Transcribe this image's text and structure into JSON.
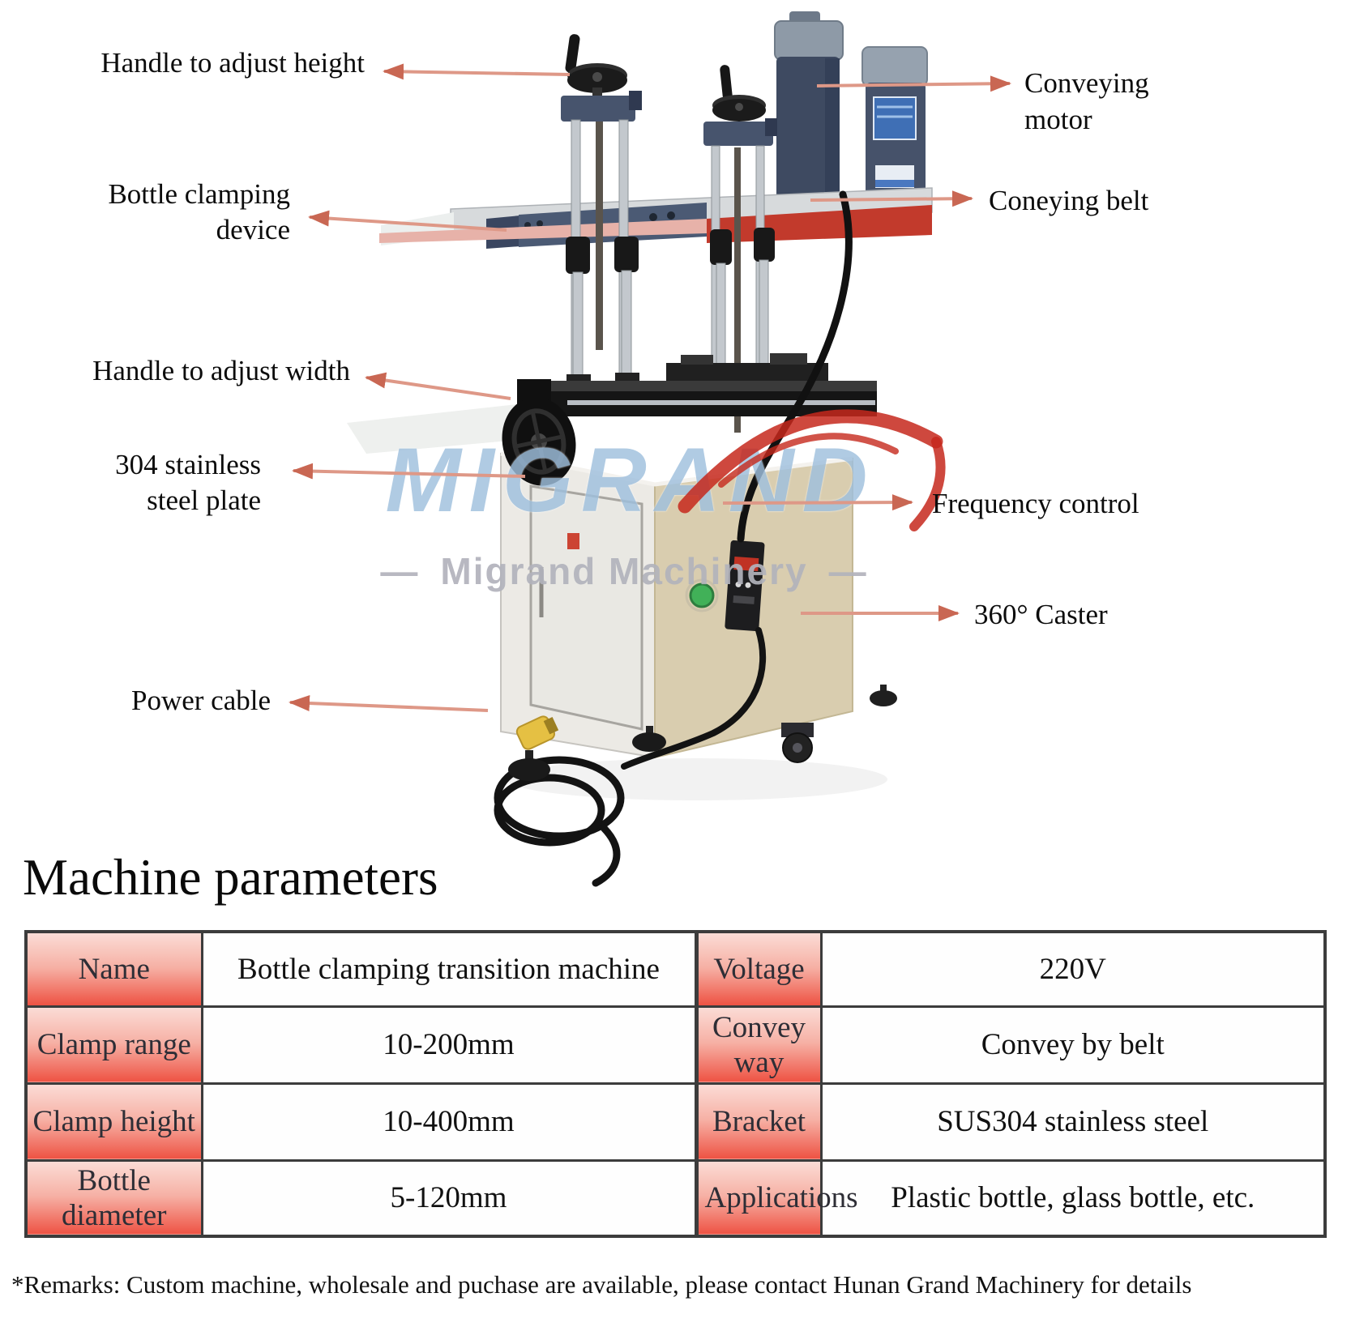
{
  "title": "Machine parameters",
  "remarks": "*Remarks: Custom machine, wholesale and puchase are available, please contact Hunan Grand Machinery for details",
  "watermark": {
    "brand": "MIGRAND",
    "tagline": "Migrand Machinery",
    "dash": "—"
  },
  "callouts": {
    "left": [
      {
        "lines": [
          "Handle to adjust height"
        ]
      },
      {
        "lines": [
          "Bottle clamping",
          "device"
        ]
      },
      {
        "lines": [
          "Handle to adjust width"
        ]
      },
      {
        "lines": [
          "304 stainless",
          "steel plate"
        ]
      },
      {
        "lines": [
          "Power cable"
        ]
      }
    ],
    "right": [
      {
        "lines": [
          "Conveying",
          "motor"
        ]
      },
      {
        "lines": [
          "Coneying belt"
        ]
      },
      {
        "lines": [
          "Frequency control"
        ]
      },
      {
        "lines": [
          "360° Caster"
        ]
      }
    ]
  },
  "table": {
    "left_rows": [
      {
        "label": "Name",
        "value": "Bottle clamping transition machine"
      },
      {
        "label": "Clamp range",
        "value": "10-200mm"
      },
      {
        "label": "Clamp height",
        "value": "10-400mm"
      },
      {
        "label": "Bottle diameter",
        "value": "5-120mm"
      }
    ],
    "right_rows": [
      {
        "label": "Voltage",
        "value": "220V"
      },
      {
        "label": "Convey way",
        "value": "Convey by belt"
      },
      {
        "label": "Bracket",
        "value": "SUS304 stainless steel"
      },
      {
        "label": "Applications",
        "value": "Plastic bottle, glass bottle, etc."
      }
    ]
  },
  "colors": {
    "header_red": "#ee5243",
    "arrow_line": "#de9887",
    "arrow_head": "#c96753",
    "watermark_blue": "#9fc0de",
    "watermark_gray": "#b2b3bc",
    "swoosh_red": "#c5281c",
    "belt_red": "#c23a2c",
    "cabinet_beige": "#d9cdaf",
    "motor_slate": "#3e4a61"
  }
}
